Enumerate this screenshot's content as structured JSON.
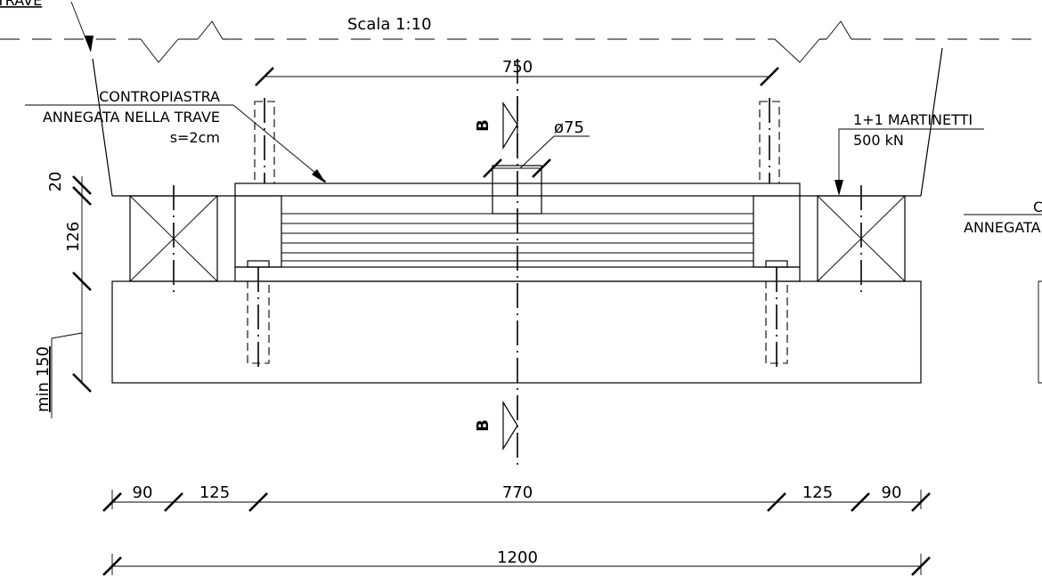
{
  "scale_label": "Scala  1:10",
  "beam_label_top": "TRAVE",
  "counterplate_label": {
    "line1": "CONTROPIASTRA",
    "line2": "ANNEGATA NELLA TRAVE",
    "line3": "s=2cm"
  },
  "right_cut_label": {
    "line1": "C",
    "line2": "ANNEGATA"
  },
  "jacks_label": {
    "line1": "1+1  MARTINETTI",
    "line2": "500  kN"
  },
  "diameter_label": "ø75",
  "section_marker": "B",
  "dimensions": {
    "top_span": "750",
    "left_plate": "20",
    "left_bearing": "126",
    "left_pedestal": "min 150",
    "bottom_90_left": "90",
    "bottom_125_left": "125",
    "bottom_770": "770",
    "bottom_125_right": "125",
    "bottom_90_right": "90",
    "overall": "1200"
  }
}
